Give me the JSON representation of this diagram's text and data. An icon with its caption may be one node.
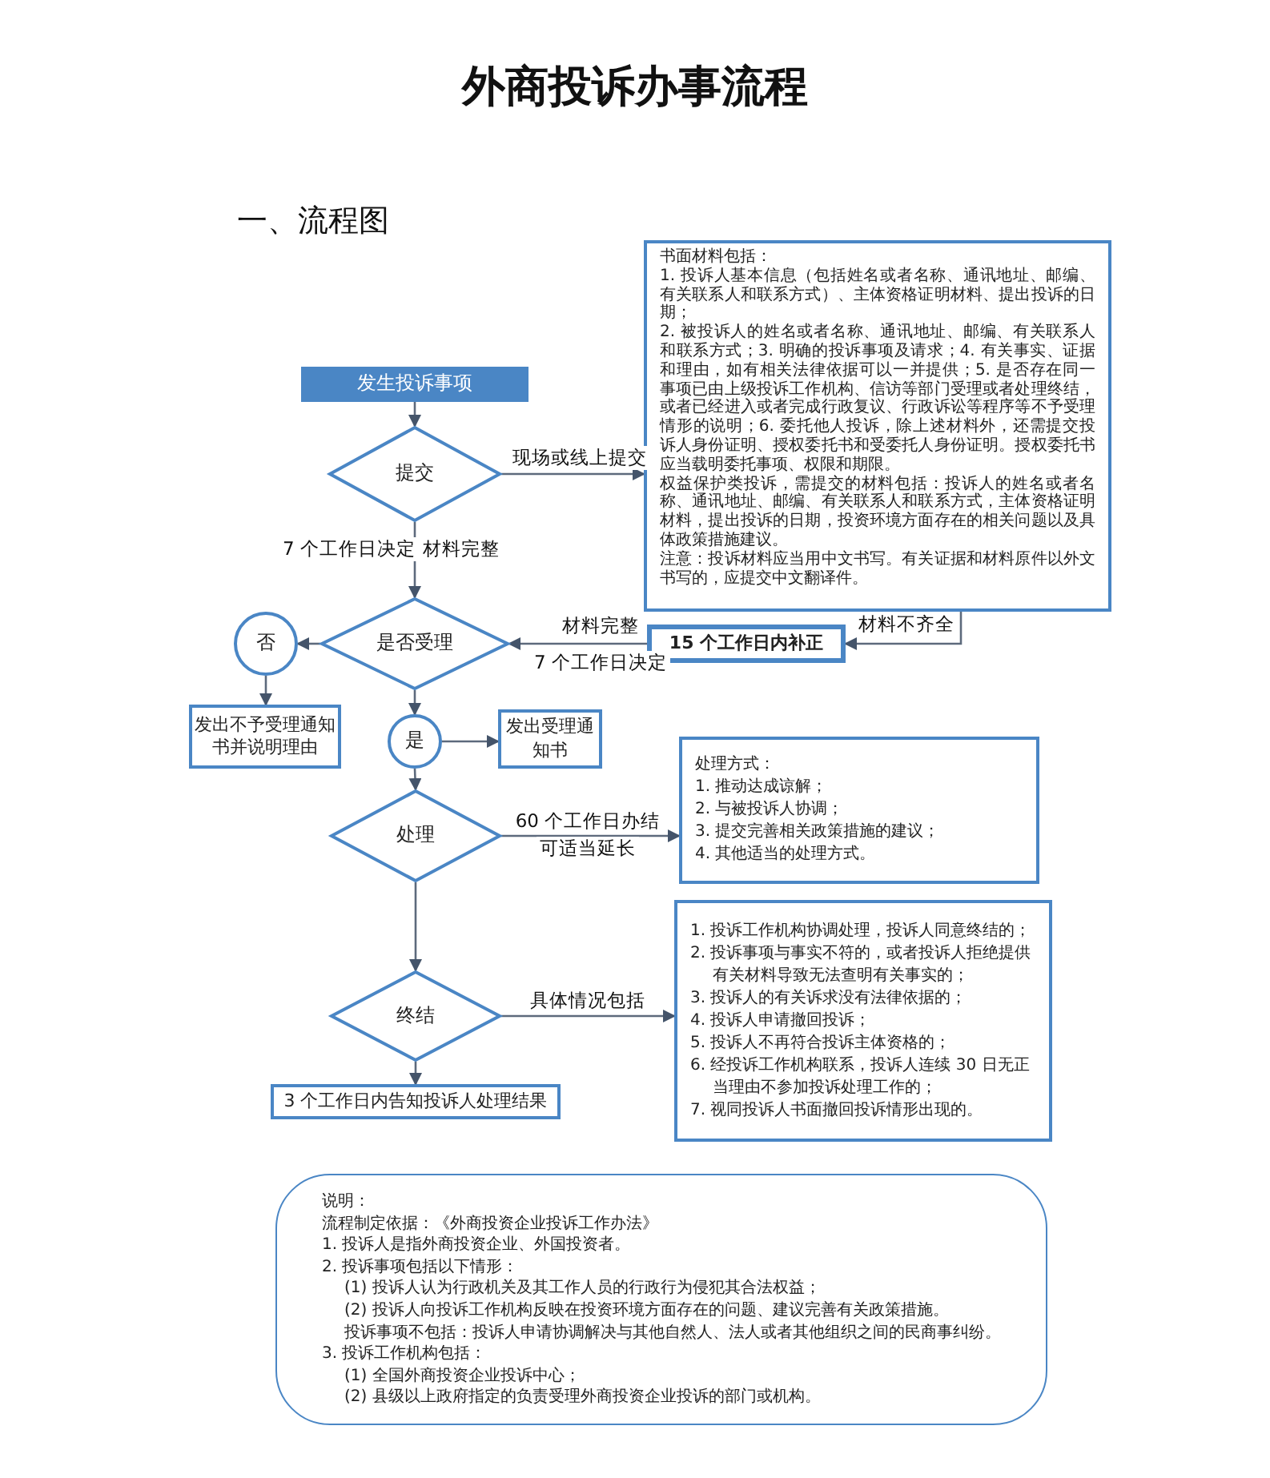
{
  "diagram": {
    "title": "外商投诉办事流程",
    "nodes": [
      {
        "text": [
          "发生投诉事项"
        ]
      },
      {
        "text": [
          "提交"
        ]
      },
      {
        "text": [
          "书面材料包括：",
          "1. 投诉人基本信息（包括姓名或者名称、通讯地址、邮编、有关联系人和联系方式）、主体资格证明材料、提出投诉的日期；",
          "2. 被投诉人的姓名或者名称、通讯地址、邮编、有关联系人和联系方式；3. 明确的投诉事项及请求；4. 有关事实、证据和理由，如有相关法律依据可以一并提供；5. 是否存在同一事项已由上级投诉工作机构、信访等部门受理或者处理终结，或者已经进入或者完成行政复议、行政诉讼等程序等不予受理情形的说明；6. 委托他人投诉，除上述材料外，还需提交投诉人身份证明、授权委托书和受委托人身份证明。授权委托书应当载明委托事项、权限和期限。",
          "权益保护类投诉，需提交的材料包括：投诉人的姓名或者名称、通讯地址、邮编、有关联系人和联系方式，主体资格证明材料，提出投诉的日期，投资环境方面存在的相关问题以及具体政策措施建议。",
          "注意：投诉材料应当用中文书写。有关证据和材料原件以外文书写的，应提交中文翻译件。"
        ]
      },
      {
        "text": [
          "是否受理"
        ]
      },
      {
        "text": [
          "15 个工作日内补正"
        ]
      },
      {
        "text": [
          "否"
        ]
      },
      {
        "text": [
          "发出不予受理通知书并说明理由"
        ]
      },
      {
        "text": [
          "是"
        ]
      },
      {
        "text": [
          "发出受理通知书"
        ]
      },
      {
        "text": [
          "处理"
        ]
      },
      {
        "text": [
          "处理方式：",
          "1. 推动达成谅解；",
          "2. 与被投诉人协调；",
          "3. 提交完善相关政策措施的建议；",
          "4. 其他适当的处理方式。"
        ]
      },
      {
        "text": [
          "终结"
        ]
      },
      {
        "text": [
          "1. 投诉工作机构协调处理，投诉人同意终结的；",
          "2. 投诉事项与事实不符的，或者投诉人拒绝提供有关材料导致无法查明有关事实的；",
          "3. 投诉人的有关诉求没有法律依据的；",
          "4. 投诉人申请撤回投诉；",
          "5. 投诉人不再符合投诉主体资格的；",
          "6. 经投诉工作机构联系，投诉人连续 30 日无正当理由不参加投诉处理工作的；",
          "7. 视同投诉人书面撤回投诉情形出现的。"
        ]
      },
      {
        "text": [
          "3 个工作日内告知投诉人处理结果"
        ]
      },
      {
        "text": [
          "说明：",
          "流程制定依据：《外商投资企业投诉工作办法》",
          "1. 投诉人是指外商投资企业、外国投资者。",
          "2. 投诉事项包括以下情形：",
          "(1) 投诉人认为行政机关及其工作人员的行政行为侵犯其合法权益；",
          "(2) 投诉人向投诉工作机构反映在投资环境方面存在的问题、建议完善有关政策措施。",
          "投诉事项不包括：投诉人申请协调解决与其他自然人、法人或者其他组织之间的民商事纠纷。",
          "3. 投诉工作机构包括：",
          "(1) 全国外商投资企业投诉中心；",
          "(2) 县级以上政府指定的负责受理外商投资企业投诉的部门或机构。"
        ]
      }
    ],
    "edges": [
      {
        "from": 0,
        "to": 1,
        "arrow": "to"
      },
      {
        "from": 1,
        "to": 2,
        "arrow": "to",
        "label": "现场或线上提交"
      },
      {
        "from": 1,
        "to": 3,
        "arrow": "to",
        "label": "材料完整"
      },
      {
        "from": 2,
        "to": 4,
        "arrow": "to",
        "label": "材料不齐全"
      },
      {
        "from": 4,
        "to": 3,
        "arrow": "to",
        "label": "材料完整"
      },
      {
        "from": 3,
        "to": 5,
        "arrow": "to"
      },
      {
        "from": 5,
        "to": 6,
        "arrow": "to"
      },
      {
        "from": 3,
        "to": 7,
        "arrow": "to"
      },
      {
        "from": 7,
        "to": 8,
        "arrow": "to"
      },
      {
        "from": 7,
        "to": 9,
        "arrow": "to"
      },
      {
        "from": 9,
        "to": 10,
        "arrow": "to",
        "label": "60 个工作日办结"
      },
      {
        "from": 9,
        "to": 11,
        "arrow": "to"
      },
      {
        "from": 11,
        "to": 12,
        "arrow": "to",
        "label": "具体情况包括"
      },
      {
        "from": 11,
        "to": 13,
        "arrow": "to"
      }
    ],
    "labels": [
      "一、流程图",
      "7 个工作日决定",
      "7 个工作日决定",
      "可适当延长"
    ]
  }
}
